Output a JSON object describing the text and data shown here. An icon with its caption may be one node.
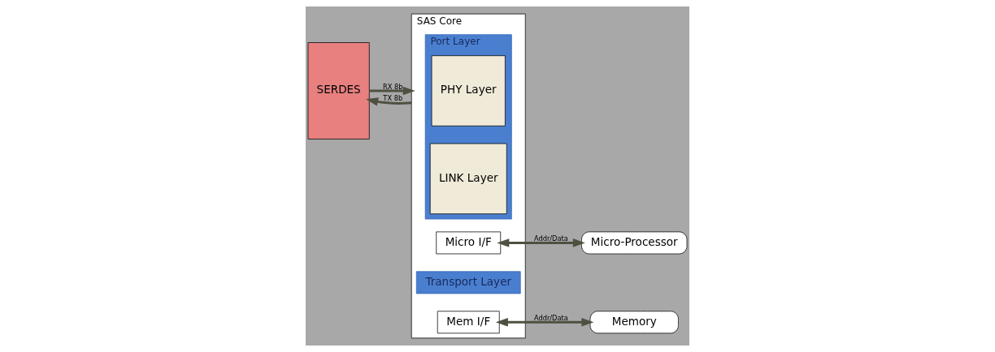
{
  "diagram": {
    "nodes": [
      {
        "text": [
          "SERDES"
        ]
      },
      {
        "text": [
          "SAS Core"
        ]
      },
      {
        "text": [
          "Port Layer"
        ],
        "in": 1
      },
      {
        "text": [
          "PHY Layer"
        ],
        "in": 2
      },
      {
        "text": [
          "LINK Layer"
        ],
        "in": 2
      },
      {
        "text": [
          "Micro I/F"
        ],
        "in": 1
      },
      {
        "text": [
          "Transport Layer"
        ],
        "in": 1
      },
      {
        "text": [
          "Mem I/F"
        ],
        "in": 1
      },
      {
        "text": [
          "Micro-Processor"
        ]
      },
      {
        "text": [
          "Memory"
        ]
      }
    ],
    "edges": [
      {
        "from": 0,
        "to": 1,
        "arrow": "to",
        "label": "RX 8b"
      },
      {
        "from": 1,
        "to": 0,
        "arrow": "to",
        "label": "TX 8b"
      },
      {
        "from": 5,
        "to": 8,
        "arrow": "both",
        "label": "Addr/Data"
      },
      {
        "from": 7,
        "to": 9,
        "arrow": "both",
        "label": "Addr/Data"
      }
    ]
  }
}
